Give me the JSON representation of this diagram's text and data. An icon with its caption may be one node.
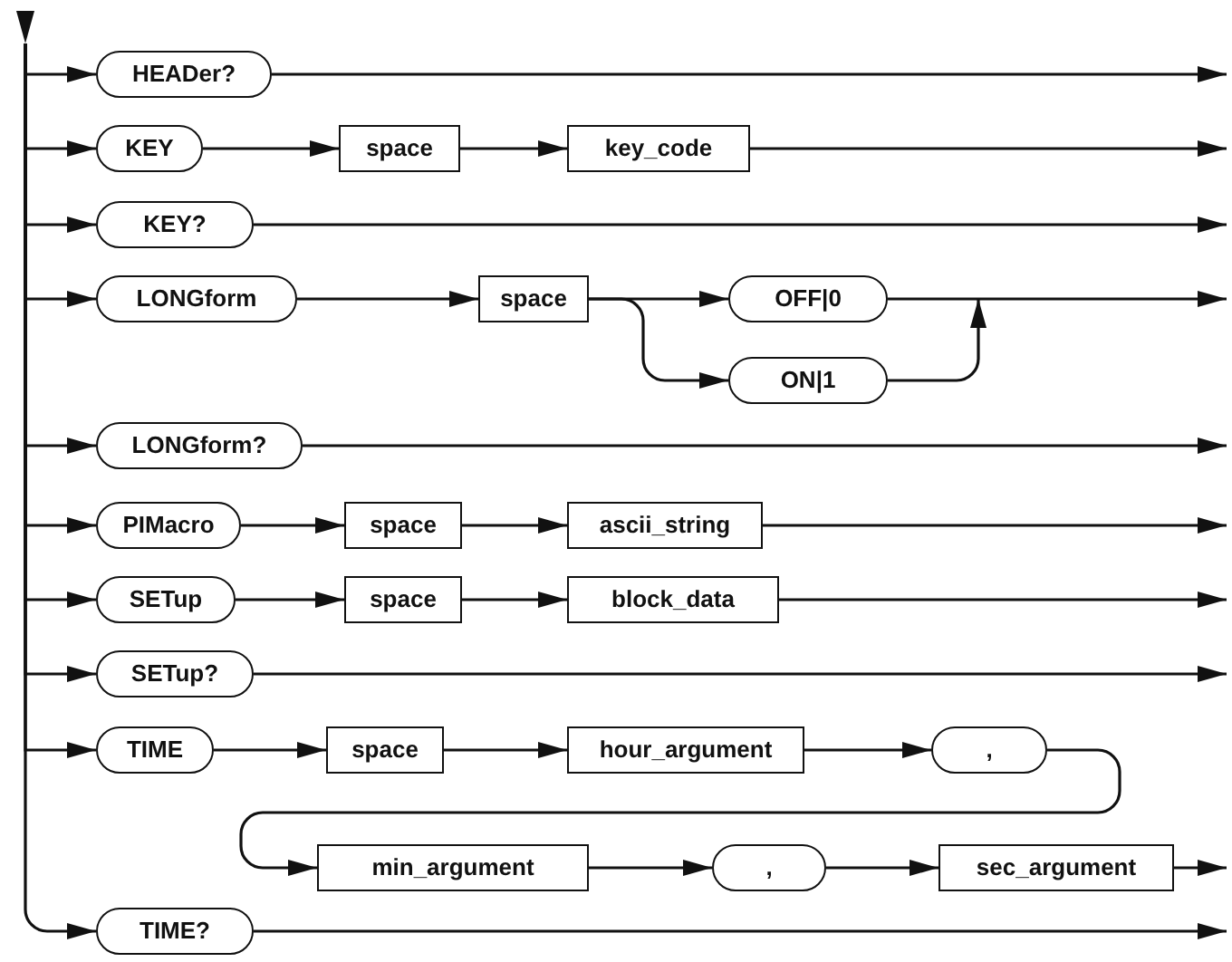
{
  "diagram": {
    "nodes": [
      {
        "text": [
          "HEADer?"
        ]
      },
      {
        "text": [
          "KEY"
        ]
      },
      {
        "text": [
          "space"
        ]
      },
      {
        "text": [
          "key_code"
        ]
      },
      {
        "text": [
          "KEY?"
        ]
      },
      {
        "text": [
          "LONGform"
        ]
      },
      {
        "text": [
          "space"
        ]
      },
      {
        "text": [
          "OFF|0"
        ]
      },
      {
        "text": [
          "ON|1"
        ]
      },
      {
        "text": [
          "LONGform?"
        ]
      },
      {
        "text": [
          "PIMacro"
        ]
      },
      {
        "text": [
          "space"
        ]
      },
      {
        "text": [
          "ascii_string"
        ]
      },
      {
        "text": [
          "SETup"
        ]
      },
      {
        "text": [
          "space"
        ]
      },
      {
        "text": [
          "block_data"
        ]
      },
      {
        "text": [
          "SETup?"
        ]
      },
      {
        "text": [
          "TIME"
        ]
      },
      {
        "text": [
          "space"
        ]
      },
      {
        "text": [
          "hour_argument"
        ]
      },
      {
        "text": [
          ","
        ]
      },
      {
        "text": [
          "min_argument"
        ]
      },
      {
        "text": [
          ","
        ]
      },
      {
        "text": [
          "sec_argument"
        ]
      },
      {
        "text": [
          "TIME?"
        ]
      }
    ],
    "edges": [
      {
        "from": null,
        "to": 0,
        "arrow": "to"
      },
      {
        "from": null,
        "to": 1,
        "arrow": "to"
      },
      {
        "from": null,
        "to": 4,
        "arrow": "to"
      },
      {
        "from": null,
        "to": 5,
        "arrow": "to"
      },
      {
        "from": null,
        "to": 9,
        "arrow": "to"
      },
      {
        "from": null,
        "to": 10,
        "arrow": "to"
      },
      {
        "from": null,
        "to": 13,
        "arrow": "to"
      },
      {
        "from": null,
        "to": 16,
        "arrow": "to"
      },
      {
        "from": null,
        "to": 17,
        "arrow": "to"
      },
      {
        "from": null,
        "to": 24,
        "arrow": "to"
      },
      {
        "from": 0,
        "to": null,
        "arrow": "to"
      },
      {
        "from": 1,
        "to": 2,
        "arrow": "to"
      },
      {
        "from": 2,
        "to": 3,
        "arrow": "to"
      },
      {
        "from": 3,
        "to": null,
        "arrow": "to"
      },
      {
        "from": 4,
        "to": null,
        "arrow": "to"
      },
      {
        "from": 5,
        "to": 6,
        "arrow": "to"
      },
      {
        "from": 6,
        "to": 7,
        "arrow": "to"
      },
      {
        "from": 6,
        "to": 8,
        "arrow": "to"
      },
      {
        "from": 7,
        "to": null,
        "arrow": "to"
      },
      {
        "from": 8,
        "to": null,
        "arrow": "to"
      },
      {
        "from": 9,
        "to": null,
        "arrow": "to"
      },
      {
        "from": 10,
        "to": 11,
        "arrow": "to"
      },
      {
        "from": 11,
        "to": 12,
        "arrow": "to"
      },
      {
        "from": 12,
        "to": null,
        "arrow": "to"
      },
      {
        "from": 13,
        "to": 14,
        "arrow": "to"
      },
      {
        "from": 14,
        "to": 15,
        "arrow": "to"
      },
      {
        "from": 15,
        "to": null,
        "arrow": "to"
      },
      {
        "from": 16,
        "to": null,
        "arrow": "to"
      },
      {
        "from": 17,
        "to": 18,
        "arrow": "to"
      },
      {
        "from": 18,
        "to": 19,
        "arrow": "to"
      },
      {
        "from": 19,
        "to": 20,
        "arrow": "to"
      },
      {
        "from": 20,
        "to": 21,
        "arrow": "to"
      },
      {
        "from": 21,
        "to": 22,
        "arrow": "to"
      },
      {
        "from": 22,
        "to": 23,
        "arrow": "to"
      },
      {
        "from": 23,
        "to": null,
        "arrow": "to"
      },
      {
        "from": 24,
        "to": null,
        "arrow": "to"
      }
    ]
  }
}
